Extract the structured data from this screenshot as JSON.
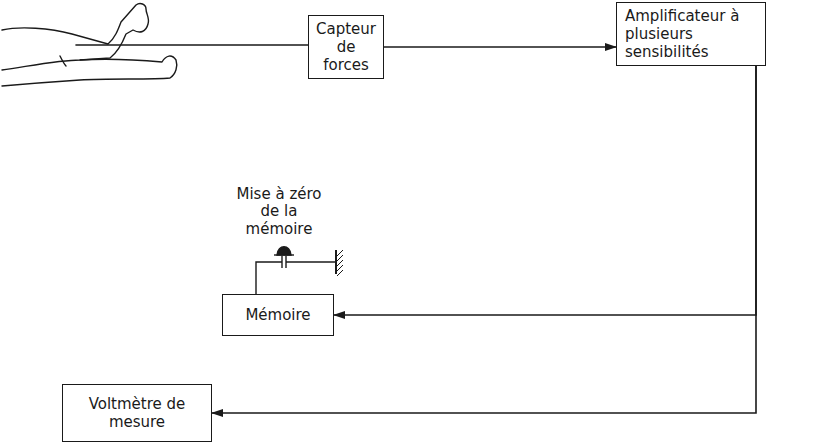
{
  "diagram": {
    "nodes": [
      {
        "text": [
          "Capteur de forces"
        ]
      },
      {
        "text": [
          "Amplificateur à plusieurs sensibilités"
        ]
      },
      {
        "text": [
          "Mémoire"
        ]
      },
      {
        "text": [
          "Voltmètre de mesure"
        ]
      }
    ],
    "edges": [
      {
        "from": 0,
        "to": 1,
        "arrow": "to"
      },
      {
        "from": 1,
        "to": 2,
        "arrow": "to"
      },
      {
        "from": 1,
        "to": 3,
        "arrow": "to"
      }
    ],
    "labels": [
      "Mise à zéro de la mémoire"
    ]
  }
}
